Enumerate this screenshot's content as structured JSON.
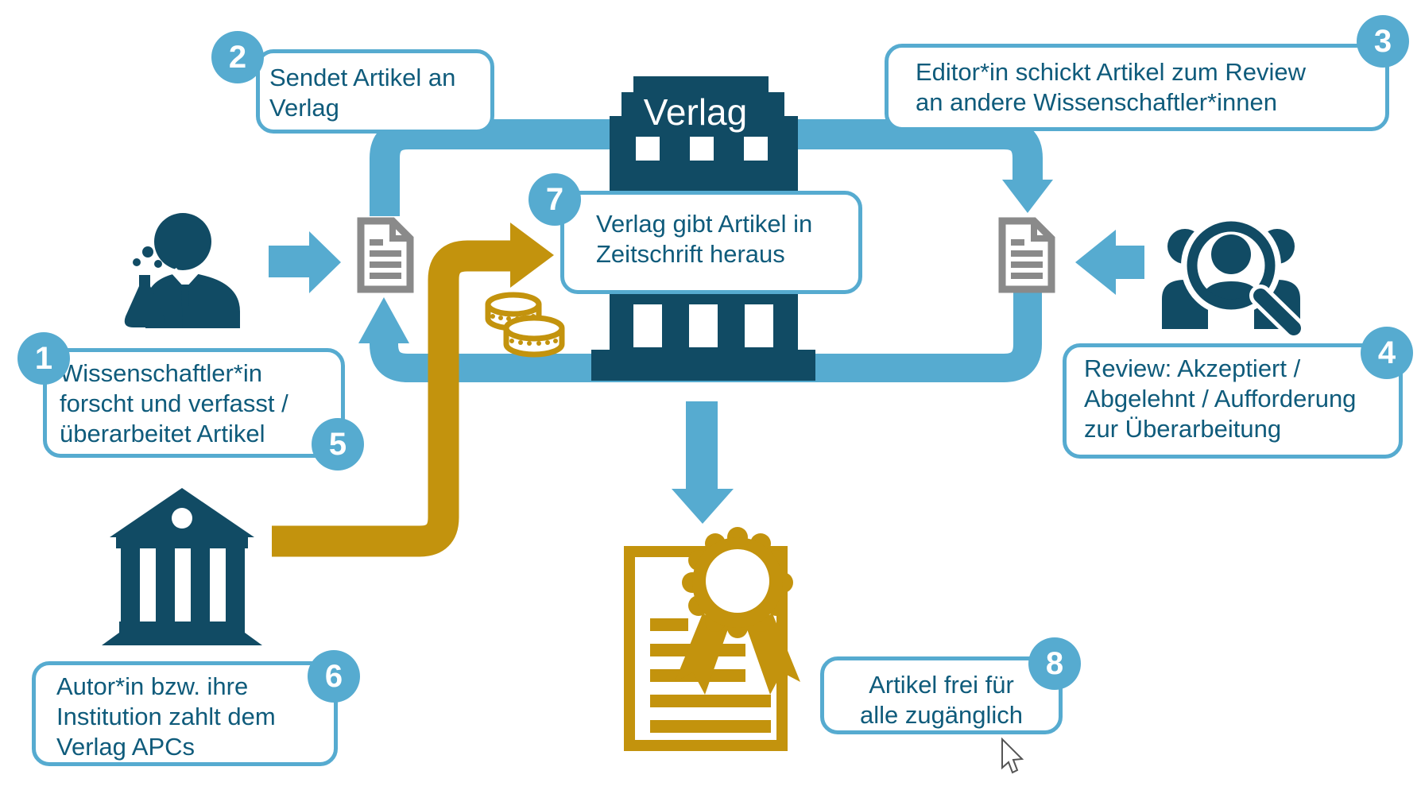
{
  "colors": {
    "accent_blue": "#56ABD0",
    "dark_teal": "#114B64",
    "gold": "#C3930D",
    "doc_gray": "#8A8A8A",
    "text_teal": "#0F5B7B"
  },
  "building": {
    "label": "Verlag"
  },
  "callouts": {
    "box1": {
      "badge": "1",
      "extra_badge": "5",
      "lines": [
        "Wissenschaftler*in",
        "forscht und verfasst /",
        "überarbeitet Artikel"
      ]
    },
    "box2": {
      "badge": "2",
      "lines": [
        "Sendet Artikel an",
        "Verlag"
      ]
    },
    "box3": {
      "badge": "3",
      "lines": [
        "Editor*in schickt Artikel zum Review",
        "an andere Wissenschaftler*innen"
      ]
    },
    "box4": {
      "badge": "4",
      "lines": [
        "Review: Akzeptiert /",
        "Abgelehnt / Aufforderung",
        "zur Überarbeitung"
      ]
    },
    "box6": {
      "badge": "6",
      "lines": [
        "Autor*in bzw. ihre",
        "Institution zahlt dem",
        "Verlag APCs"
      ]
    },
    "box7": {
      "badge": "7",
      "lines": [
        "Verlag gibt Artikel in",
        "Zeitschrift heraus"
      ]
    },
    "box8": {
      "badge": "8",
      "lines": [
        "Artikel frei für",
        "alle zugänglich"
      ]
    }
  },
  "icons": {
    "scientist": "scientist-flask-icon",
    "publisher": "publisher-building-icon",
    "reviewers": "reviewers-magnifier-icon",
    "institution": "institution-bank-icon",
    "manuscript_left": "document-icon",
    "manuscript_right": "document-icon",
    "payment": "coins-icon",
    "published": "certificate-award-icon"
  }
}
